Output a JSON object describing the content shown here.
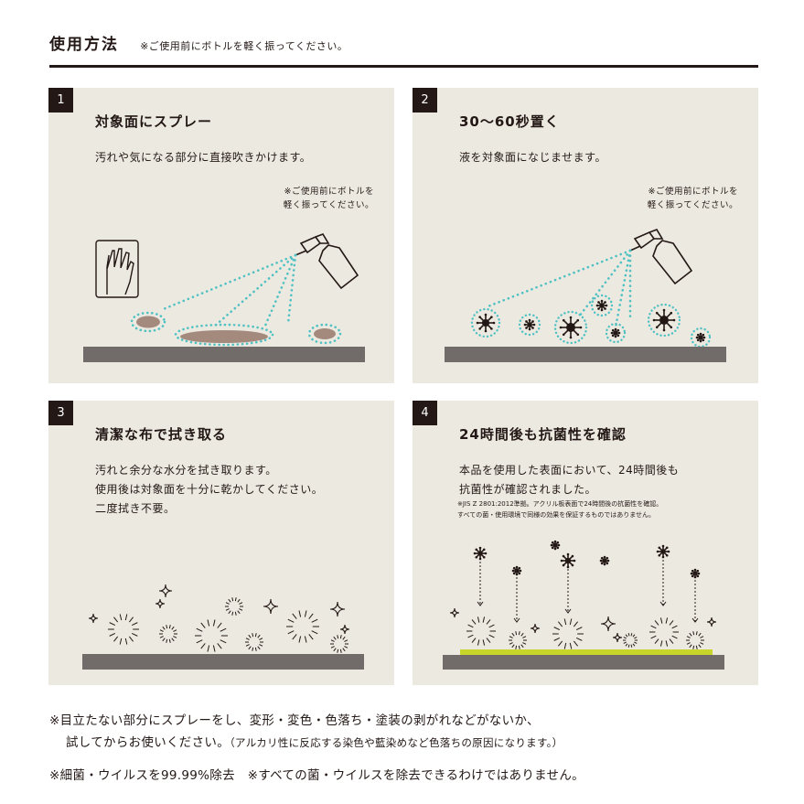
{
  "header": {
    "title": "使用方法",
    "note": "※ご使用前にボトルを軽く振ってください。"
  },
  "steps": [
    {
      "number": "1",
      "title": "対象面にスプレー",
      "lines": [
        "汚れや気になる部分に直接吹きかけます。"
      ],
      "note_lines": [
        "※ご使用前にボトルを",
        "軽く振ってください。"
      ]
    },
    {
      "number": "2",
      "title": "30〜60秒置く",
      "lines": [
        "液を対象面になじませます。"
      ],
      "note_lines": [
        "※ご使用前にボトルを",
        "軽く振ってください。"
      ]
    },
    {
      "number": "3",
      "title": "清潔な布で拭き取る",
      "lines": [
        "汚れと余分な水分を拭き取ります。",
        "使用後は対象面を十分に乾かしてください。",
        "二度拭き不要。"
      ]
    },
    {
      "number": "4",
      "title": "24時間後も抗菌性を確認",
      "lines": [
        "本品を使用した表面において、24時間後も",
        "抗菌性が確認されました。"
      ],
      "small_note_lines": [
        "※JIS Z 2801:2012準拠。アクリル板表面で24時間後の抗菌性を確認。",
        "すべての菌・使用環境で同様の効果を保証するものではありません。"
      ]
    }
  ],
  "footer": {
    "line1": "※目立たない部分にスプレーをし、変形・変色・色落ち・塗装の剥がれなどがないか、",
    "line2_main": "試してからお使いください。",
    "line2_paren": "（アルカリ性に反応する染色や藍染めなど色落ちの原因になります。）",
    "line3": "※細菌・ウイルスを99.99%除去　※すべての菌・ウイルスを除去できるわけではありません。"
  },
  "colors": {
    "text": "#231815",
    "panel_bg": "#ece9e1",
    "surface": "#716c6a",
    "stain": "#a38a7d",
    "spray_dots": "#4fc1c3",
    "antibacterial_layer": "#c8d62b"
  },
  "icons": [
    "hand-cloth-icon",
    "spray-bottle-icon",
    "germ-icon",
    "sparkle-icon"
  ]
}
